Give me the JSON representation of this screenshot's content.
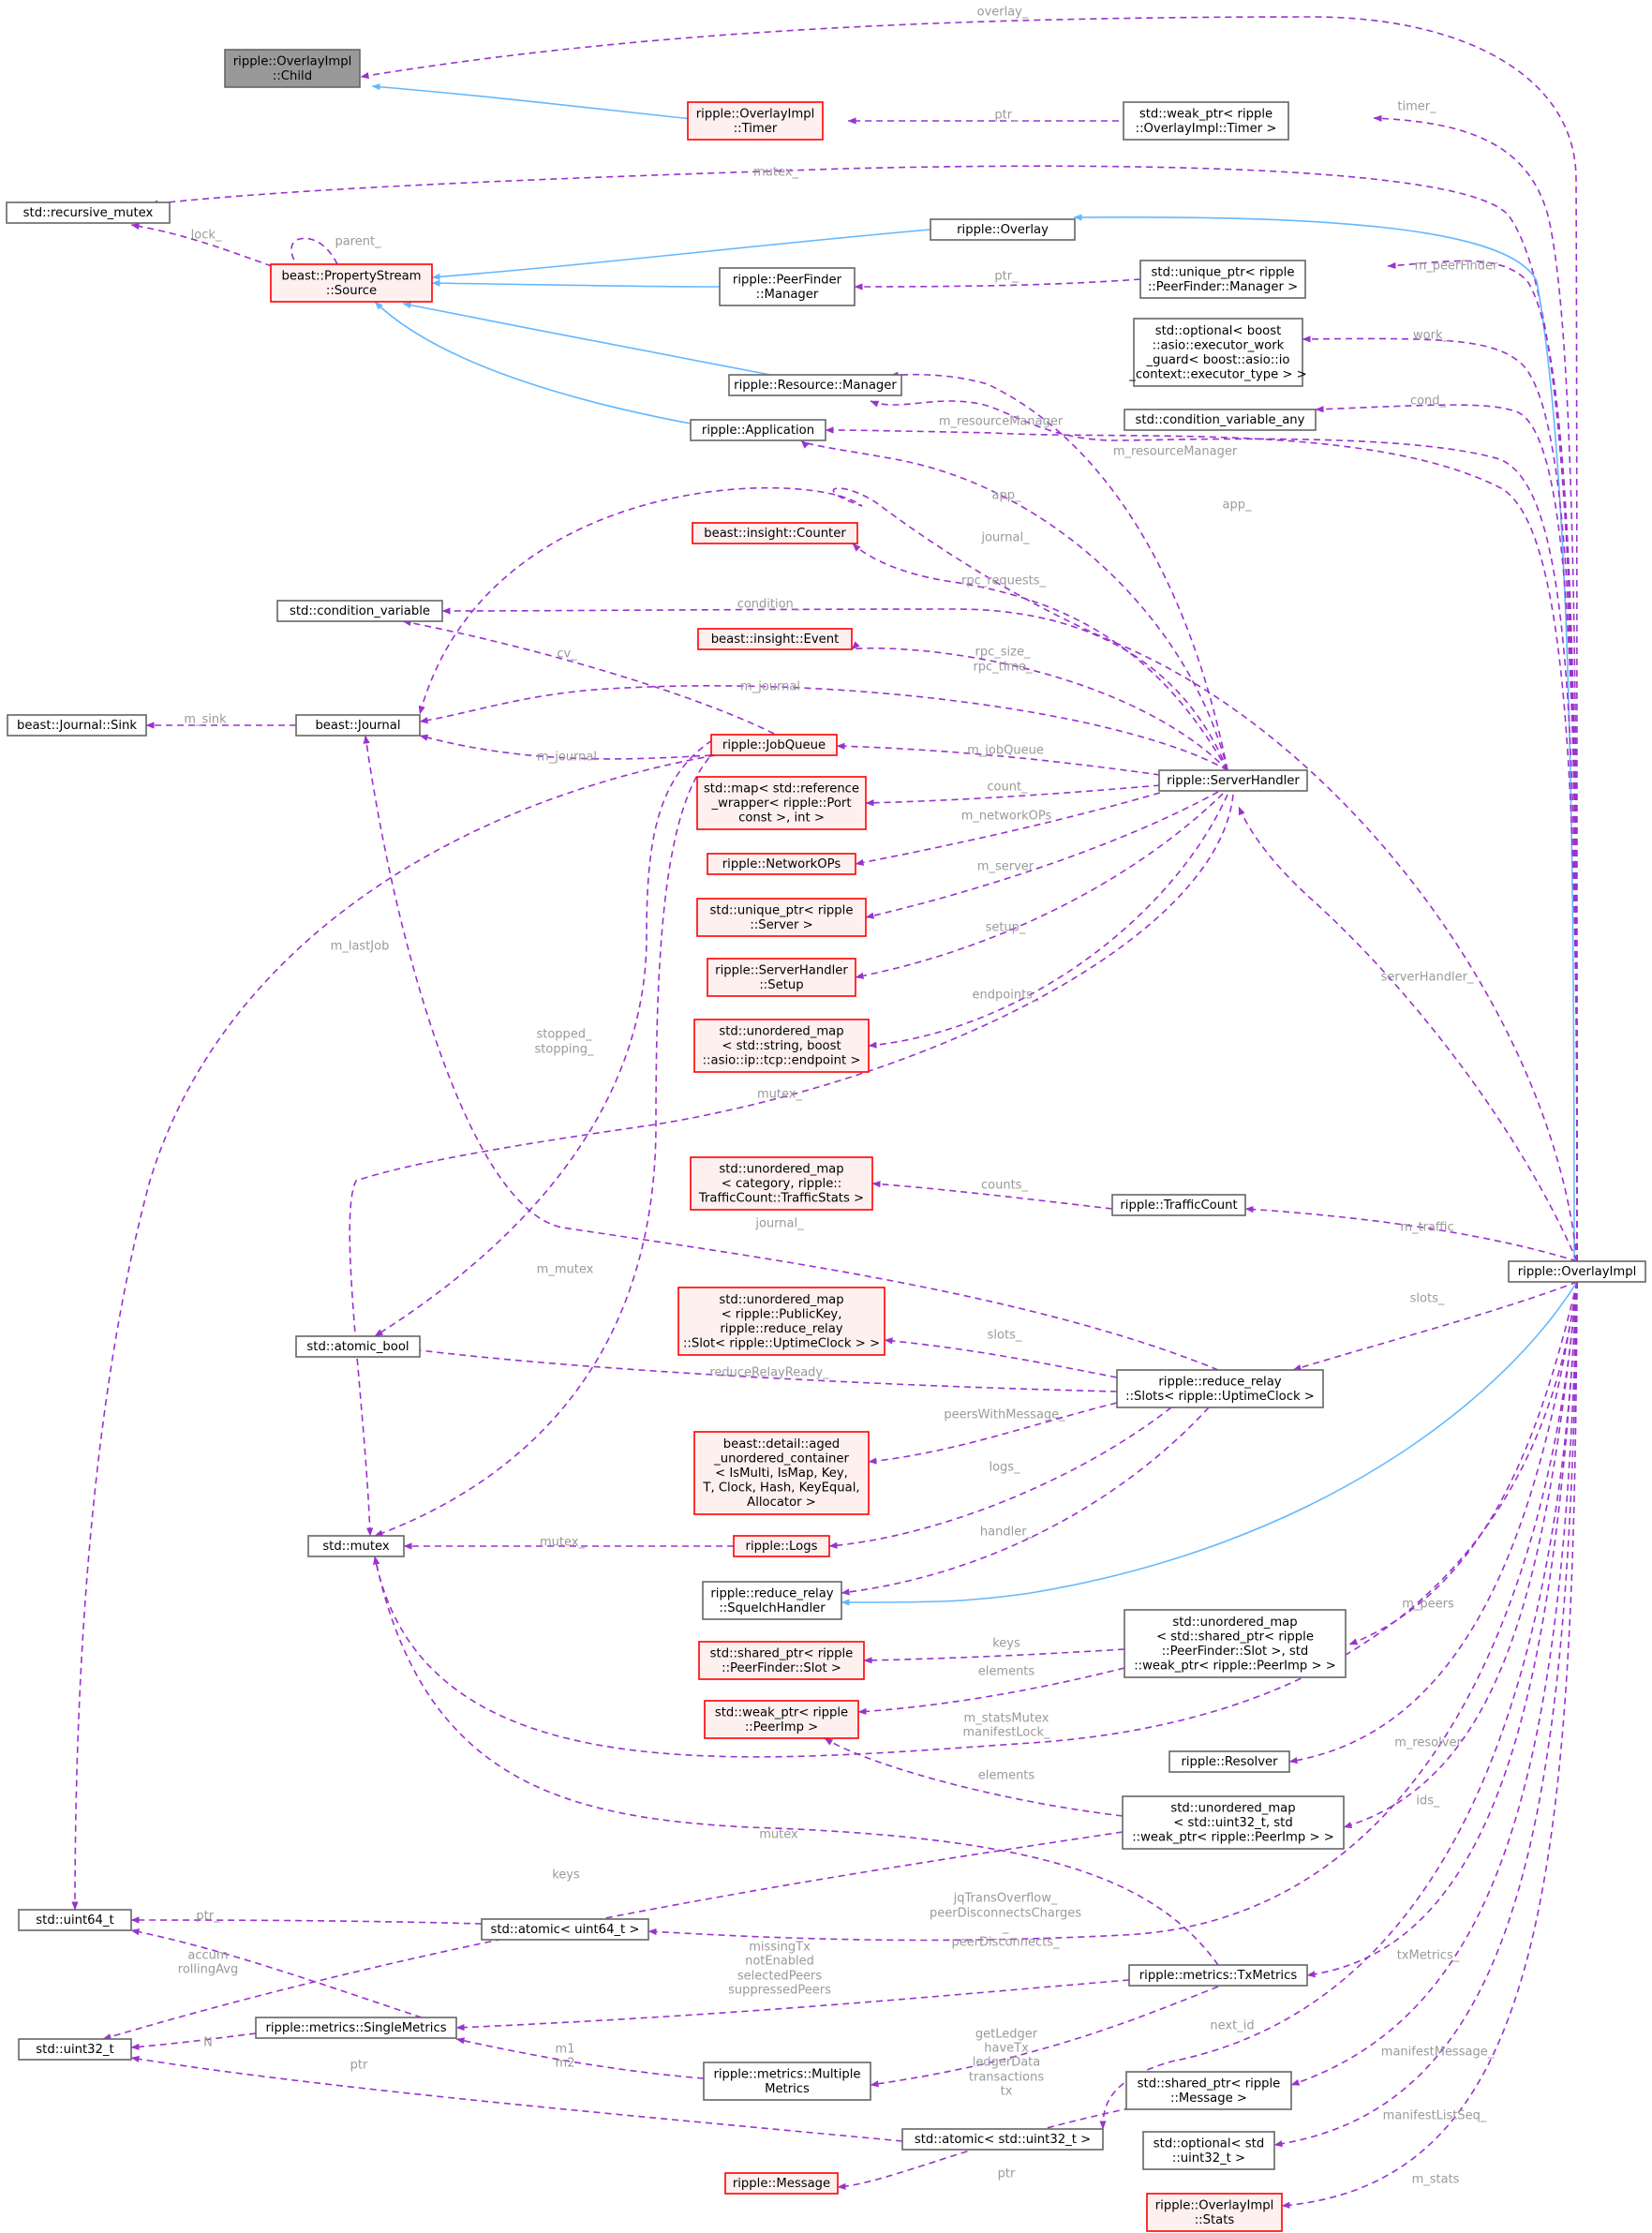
{
  "colors": {
    "member_edge": "#9a32cd",
    "inherit_edge": "#63b8ff",
    "node_border": "#666666",
    "node_fill": "#ffffff",
    "incomplete_border": "#ff0000",
    "incomplete_fill": "#fff0f0",
    "focus_fill": "#999999",
    "focus_border": "#666666",
    "edge_label": "#9a9a9a"
  },
  "nodes": [
    {
      "id": "n_child",
      "lines": [
        "ripple::OverlayImpl",
        "::Child"
      ],
      "style": "focus"
    },
    {
      "id": "n_timer",
      "lines": [
        "ripple::OverlayImpl",
        "::Timer"
      ],
      "style": "incomplete"
    },
    {
      "id": "n_wp_timer",
      "lines": [
        "std::weak_ptr< ripple",
        "::OverlayImpl::Timer >"
      ],
      "style": "normal"
    },
    {
      "id": "n_recmutex",
      "lines": [
        "std::recursive_mutex"
      ],
      "style": "normal"
    },
    {
      "id": "n_propstream",
      "lines": [
        "beast::PropertyStream",
        "::Source"
      ],
      "style": "incomplete"
    },
    {
      "id": "n_overlay",
      "lines": [
        "ripple::Overlay"
      ],
      "style": "normal"
    },
    {
      "id": "n_pf_manager",
      "lines": [
        "ripple::PeerFinder",
        "::Manager"
      ],
      "style": "normal"
    },
    {
      "id": "n_up_pf",
      "lines": [
        "std::unique_ptr< ripple",
        "::PeerFinder::Manager >"
      ],
      "style": "normal"
    },
    {
      "id": "n_optional_work",
      "lines": [
        "std::optional< boost",
        "::asio::executor_work",
        "_guard< boost::asio::io",
        "_context::executor_type > >"
      ],
      "style": "normal"
    },
    {
      "id": "n_cond_any",
      "lines": [
        "std::condition_variable_any"
      ],
      "style": "normal"
    },
    {
      "id": "n_res_manager",
      "lines": [
        "ripple::Resource::Manager"
      ],
      "style": "normal"
    },
    {
      "id": "n_application",
      "lines": [
        "ripple::Application"
      ],
      "style": "normal"
    },
    {
      "id": "n_counter",
      "lines": [
        "beast::insight::Counter"
      ],
      "style": "incomplete"
    },
    {
      "id": "n_condvar",
      "lines": [
        "std::condition_variable"
      ],
      "style": "normal"
    },
    {
      "id": "n_event",
      "lines": [
        "beast::insight::Event"
      ],
      "style": "incomplete"
    },
    {
      "id": "n_sink",
      "lines": [
        "beast::Journal::Sink"
      ],
      "style": "normal"
    },
    {
      "id": "n_journal",
      "lines": [
        "beast::Journal"
      ],
      "style": "normal"
    },
    {
      "id": "n_jobqueue",
      "lines": [
        "ripple::JobQueue"
      ],
      "style": "incomplete"
    },
    {
      "id": "n_serverhandler",
      "lines": [
        "ripple::ServerHandler"
      ],
      "style": "normal"
    },
    {
      "id": "n_map_port",
      "lines": [
        "std::map< std::reference",
        "_wrapper< ripple::Port",
        "const >, int >"
      ],
      "style": "incomplete"
    },
    {
      "id": "n_networkops",
      "lines": [
        "ripple::NetworkOPs"
      ],
      "style": "incomplete"
    },
    {
      "id": "n_up_server",
      "lines": [
        "std::unique_ptr< ripple",
        "::Server >"
      ],
      "style": "incomplete"
    },
    {
      "id": "n_sh_setup",
      "lines": [
        "ripple::ServerHandler",
        "::Setup"
      ],
      "style": "incomplete"
    },
    {
      "id": "n_umap_endpoint",
      "lines": [
        "std::unordered_map",
        "< std::string, boost",
        "::asio::ip::tcp::endpoint >"
      ],
      "style": "incomplete"
    },
    {
      "id": "n_umap_traffic",
      "lines": [
        "std::unordered_map",
        "< category, ripple::",
        "TrafficCount::TrafficStats >"
      ],
      "style": "incomplete"
    },
    {
      "id": "n_trafficcount",
      "lines": [
        "ripple::TrafficCount"
      ],
      "style": "normal"
    },
    {
      "id": "n_overlayimpl",
      "lines": [
        "ripple::OverlayImpl"
      ],
      "style": "normal"
    },
    {
      "id": "n_umap_slot",
      "lines": [
        "std::unordered_map",
        "< ripple::PublicKey,",
        "ripple::reduce_relay",
        "::Slot< ripple::UptimeClock > >"
      ],
      "style": "incomplete"
    },
    {
      "id": "n_atomic_bool",
      "lines": [
        "std::atomic_bool"
      ],
      "style": "normal"
    },
    {
      "id": "n_slots",
      "lines": [
        "ripple::reduce_relay",
        "::Slots< ripple::UptimeClock >"
      ],
      "style": "normal"
    },
    {
      "id": "n_aged",
      "lines": [
        "beast::detail::aged",
        "_unordered_container",
        "< IsMulti, IsMap, Key,",
        "T, Clock, Hash, KeyEqual,",
        "Allocator >"
      ],
      "style": "incomplete"
    },
    {
      "id": "n_mutex",
      "lines": [
        "std::mutex"
      ],
      "style": "normal"
    },
    {
      "id": "n_logs",
      "lines": [
        "ripple::Logs"
      ],
      "style": "incomplete"
    },
    {
      "id": "n_squelch",
      "lines": [
        "ripple::reduce_relay",
        "::SquelchHandler"
      ],
      "style": "normal"
    },
    {
      "id": "n_sp_slot",
      "lines": [
        "std::shared_ptr< ripple",
        "::PeerFinder::Slot >"
      ],
      "style": "incomplete"
    },
    {
      "id": "n_umap_peers",
      "lines": [
        "std::unordered_map",
        "< std::shared_ptr< ripple",
        "::PeerFinder::Slot >, std",
        "::weak_ptr< ripple::PeerImp > >"
      ],
      "style": "normal"
    },
    {
      "id": "n_wp_peerimp",
      "lines": [
        "std::weak_ptr< ripple",
        "::PeerImp >"
      ],
      "style": "incomplete"
    },
    {
      "id": "n_resolver",
      "lines": [
        "ripple::Resolver"
      ],
      "style": "normal"
    },
    {
      "id": "n_umap_ids",
      "lines": [
        "std::unordered_map",
        "< std::uint32_t, std",
        "::weak_ptr< ripple::PeerImp > >"
      ],
      "style": "normal"
    },
    {
      "id": "n_uint64",
      "lines": [
        "std::uint64_t"
      ],
      "style": "normal"
    },
    {
      "id": "n_atomic_u64",
      "lines": [
        "std::atomic< uint64_t >"
      ],
      "style": "normal"
    },
    {
      "id": "n_txmetrics",
      "lines": [
        "ripple::metrics::TxMetrics"
      ],
      "style": "normal"
    },
    {
      "id": "n_uint32",
      "lines": [
        "std::uint32_t"
      ],
      "style": "normal"
    },
    {
      "id": "n_single",
      "lines": [
        "ripple::metrics::SingleMetrics"
      ],
      "style": "normal"
    },
    {
      "id": "n_multiple",
      "lines": [
        "ripple::metrics::Multiple",
        "Metrics"
      ],
      "style": "normal"
    },
    {
      "id": "n_sp_message",
      "lines": [
        "std::shared_ptr< ripple",
        "::Message >"
      ],
      "style": "normal"
    },
    {
      "id": "n_atomic_u32",
      "lines": [
        "std::atomic< std::uint32_t >"
      ],
      "style": "normal"
    },
    {
      "id": "n_opt_u32",
      "lines": [
        "std::optional< std",
        "::uint32_t >"
      ],
      "style": "normal"
    },
    {
      "id": "n_message",
      "lines": [
        "ripple::Message"
      ],
      "style": "incomplete"
    },
    {
      "id": "n_stats",
      "lines": [
        "ripple::OverlayImpl",
        "::Stats"
      ],
      "style": "incomplete"
    }
  ],
  "edges": [
    {
      "from": "n_timer",
      "to": "n_child",
      "kind": "inherit",
      "label": []
    },
    {
      "from": "n_overlayimpl",
      "to": "n_child",
      "kind": "member",
      "label": [
        "overlay_"
      ]
    },
    {
      "from": "n_wp_timer",
      "to": "n_timer",
      "kind": "member",
      "label": [
        "ptr_"
      ]
    },
    {
      "from": "n_overlayimpl",
      "to": "n_wp_timer",
      "kind": "member",
      "label": [
        "timer_"
      ]
    },
    {
      "from": "n_overlayimpl",
      "to": "n_recmutex",
      "kind": "member",
      "label": [
        "mutex_"
      ]
    },
    {
      "from": "n_propstream",
      "to": "n_recmutex",
      "kind": "member",
      "label": [
        "lock_"
      ]
    },
    {
      "from": "n_propstream",
      "to": "n_propstream",
      "kind": "member",
      "label": [
        "parent_"
      ]
    },
    {
      "from": "n_overlay",
      "to": "n_propstream",
      "kind": "inherit",
      "label": []
    },
    {
      "from": "n_pf_manager",
      "to": "n_propstream",
      "kind": "inherit",
      "label": []
    },
    {
      "from": "n_res_manager",
      "to": "n_propstream",
      "kind": "inherit",
      "label": []
    },
    {
      "from": "n_application",
      "to": "n_propstream",
      "kind": "inherit",
      "label": []
    },
    {
      "from": "n_overlayimpl",
      "to": "n_overlay",
      "kind": "inherit",
      "label": []
    },
    {
      "from": "n_up_pf",
      "to": "n_pf_manager",
      "kind": "member",
      "label": [
        "ptr_"
      ]
    },
    {
      "from": "n_overlayimpl",
      "to": "n_up_pf",
      "kind": "member",
      "label": [
        "m_peerFinder"
      ]
    },
    {
      "from": "n_overlayimpl",
      "to": "n_optional_work",
      "kind": "member",
      "label": [
        "work_"
      ]
    },
    {
      "from": "n_overlayimpl",
      "to": "n_cond_any",
      "kind": "member",
      "label": [
        "cond_"
      ]
    },
    {
      "from": "n_serverhandler",
      "to": "n_res_manager",
      "kind": "member",
      "label": [
        "m_resourceManager"
      ]
    },
    {
      "from": "n_overlayimpl",
      "to": "n_res_manager",
      "kind": "member",
      "label": [
        "m_resourceManager"
      ]
    },
    {
      "from": "n_serverhandler",
      "to": "n_application",
      "kind": "member",
      "label": [
        "app_"
      ]
    },
    {
      "from": "n_overlayimpl",
      "to": "n_application",
      "kind": "member",
      "label": [
        "app_"
      ]
    },
    {
      "from": "n_overlayimpl",
      "to": "n_journal",
      "kind": "member",
      "label": [
        "journal_"
      ]
    },
    {
      "from": "n_serverhandler",
      "to": "n_counter",
      "kind": "member",
      "label": [
        "rpc_requests_"
      ]
    },
    {
      "from": "n_serverhandler",
      "to": "n_condvar",
      "kind": "member",
      "label": [
        "condition_"
      ]
    },
    {
      "from": "n_jobqueue",
      "to": "n_condvar",
      "kind": "member",
      "label": [
        "cv_"
      ]
    },
    {
      "from": "n_serverhandler",
      "to": "n_event",
      "kind": "member",
      "label": [
        "rpc_size_",
        "rpc_time_"
      ]
    },
    {
      "from": "n_journal",
      "to": "n_sink",
      "kind": "member",
      "label": [
        "m_sink"
      ]
    },
    {
      "from": "n_serverhandler",
      "to": "n_journal",
      "kind": "member",
      "label": [
        "m_journal"
      ]
    },
    {
      "from": "n_jobqueue",
      "to": "n_journal",
      "kind": "member",
      "label": [
        "m_journal"
      ]
    },
    {
      "from": "n_serverhandler",
      "to": "n_jobqueue",
      "kind": "member",
      "label": [
        "m_jobQueue"
      ]
    },
    {
      "from": "n_serverhandler",
      "to": "n_map_port",
      "kind": "member",
      "label": [
        "count_"
      ]
    },
    {
      "from": "n_serverhandler",
      "to": "n_networkops",
      "kind": "member",
      "label": [
        "m_networkOPs"
      ]
    },
    {
      "from": "n_serverhandler",
      "to": "n_up_server",
      "kind": "member",
      "label": [
        "m_server"
      ]
    },
    {
      "from": "n_serverhandler",
      "to": "n_sh_setup",
      "kind": "member",
      "label": [
        "setup_"
      ]
    },
    {
      "from": "n_serverhandler",
      "to": "n_umap_endpoint",
      "kind": "member",
      "label": [
        "endpoints_"
      ]
    },
    {
      "from": "n_serverhandler",
      "to": "n_mutex",
      "kind": "member",
      "label": [
        "mutex_"
      ]
    },
    {
      "from": "n_overlayimpl",
      "to": "n_serverhandler",
      "kind": "member",
      "label": [
        "serverHandler_"
      ]
    },
    {
      "from": "n_jobqueue",
      "to": "n_uint64",
      "kind": "member",
      "label": [
        "m_lastJob"
      ]
    },
    {
      "from": "n_jobqueue",
      "to": "n_atomic_bool",
      "kind": "member",
      "label": [
        "stopped_",
        "stopping_"
      ]
    },
    {
      "from": "n_jobqueue",
      "to": "n_mutex",
      "kind": "member",
      "label": [
        "m_mutex"
      ]
    },
    {
      "from": "n_trafficcount",
      "to": "n_umap_traffic",
      "kind": "member",
      "label": [
        "counts_"
      ]
    },
    {
      "from": "n_overlayimpl",
      "to": "n_trafficcount",
      "kind": "member",
      "label": [
        "m_traffic"
      ]
    },
    {
      "from": "n_slots",
      "to": "n_journal",
      "kind": "member",
      "label": [
        "journal_"
      ]
    },
    {
      "from": "n_slots",
      "to": "n_umap_slot",
      "kind": "member",
      "label": [
        "slots_"
      ]
    },
    {
      "from": "n_slots",
      "to": "n_atomic_bool",
      "kind": "member",
      "label": [
        "reduceRelayReady_"
      ]
    },
    {
      "from": "n_slots",
      "to": "n_aged",
      "kind": "member",
      "label": [
        "peersWithMessage_"
      ]
    },
    {
      "from": "n_slots",
      "to": "n_logs",
      "kind": "member",
      "label": [
        "logs_"
      ]
    },
    {
      "from": "n_slots",
      "to": "n_squelch",
      "kind": "member",
      "label": [
        "handler_"
      ]
    },
    {
      "from": "n_overlayimpl",
      "to": "n_slots",
      "kind": "member",
      "label": [
        "slots_"
      ]
    },
    {
      "from": "n_logs",
      "to": "n_mutex",
      "kind": "member",
      "label": [
        "mutex_"
      ]
    },
    {
      "from": "n_overlayimpl",
      "to": "n_squelch",
      "kind": "inherit",
      "label": []
    },
    {
      "from": "n_umap_peers",
      "to": "n_sp_slot",
      "kind": "member",
      "label": [
        "keys"
      ]
    },
    {
      "from": "n_umap_peers",
      "to": "n_wp_peerimp",
      "kind": "member",
      "label": [
        "elements"
      ]
    },
    {
      "from": "n_overlayimpl",
      "to": "n_umap_peers",
      "kind": "member",
      "label": [
        "m_peers"
      ]
    },
    {
      "from": "n_overlayimpl",
      "to": "n_mutex",
      "kind": "member",
      "label": [
        "m_statsMutex",
        "manifestLock_"
      ]
    },
    {
      "from": "n_umap_ids",
      "to": "n_wp_peerimp",
      "kind": "member",
      "label": [
        "elements"
      ]
    },
    {
      "from": "n_overlayimpl",
      "to": "n_resolver",
      "kind": "member",
      "label": [
        "m_resolver"
      ]
    },
    {
      "from": "n_overlayimpl",
      "to": "n_umap_ids",
      "kind": "member",
      "label": [
        "ids_"
      ]
    },
    {
      "from": "n_txmetrics",
      "to": "n_mutex",
      "kind": "member",
      "label": [
        "mutex"
      ]
    },
    {
      "from": "n_umap_ids",
      "to": "n_uint32",
      "kind": "member",
      "label": [
        "keys"
      ]
    },
    {
      "from": "n_atomic_u64",
      "to": "n_uint64",
      "kind": "member",
      "label": [
        "ptr_"
      ]
    },
    {
      "from": "n_overlayimpl",
      "to": "n_atomic_u64",
      "kind": "member",
      "label": [
        "jqTransOverflow_",
        "peerDisconnectsCharges",
        "_",
        "peerDisconnects_"
      ]
    },
    {
      "from": "n_single",
      "to": "n_uint64",
      "kind": "member",
      "label": [
        "accum",
        "rollingAvg"
      ]
    },
    {
      "from": "n_txmetrics",
      "to": "n_single",
      "kind": "member",
      "label": [
        "missingTx",
        "notEnabled",
        "selectedPeers",
        "suppressedPeers"
      ]
    },
    {
      "from": "n_overlayimpl",
      "to": "n_txmetrics",
      "kind": "member",
      "label": [
        "txMetrics_"
      ]
    },
    {
      "from": "n_single",
      "to": "n_uint32",
      "kind": "member",
      "label": [
        "N"
      ]
    },
    {
      "from": "n_multiple",
      "to": "n_single",
      "kind": "member",
      "label": [
        "m1",
        "m2"
      ]
    },
    {
      "from": "n_txmetrics",
      "to": "n_multiple",
      "kind": "member",
      "label": [
        "getLedger",
        "haveTx",
        "ledgerData",
        "transactions",
        "tx"
      ]
    },
    {
      "from": "n_atomic_u32",
      "to": "n_uint32",
      "kind": "member",
      "label": [
        "ptr"
      ]
    },
    {
      "from": "n_overlayimpl",
      "to": "n_atomic_u32",
      "kind": "member",
      "label": [
        "next_id"
      ]
    },
    {
      "from": "n_overlayimpl",
      "to": "n_sp_message",
      "kind": "member",
      "label": [
        "manifestMessage_"
      ]
    },
    {
      "from": "n_sp_message",
      "to": "n_message",
      "kind": "member",
      "label": [
        "ptr"
      ]
    },
    {
      "from": "n_overlayimpl",
      "to": "n_opt_u32",
      "kind": "member",
      "label": [
        "manifestListSeq_"
      ]
    },
    {
      "from": "n_overlayimpl",
      "to": "n_stats",
      "kind": "member",
      "label": [
        "m_stats"
      ]
    }
  ]
}
